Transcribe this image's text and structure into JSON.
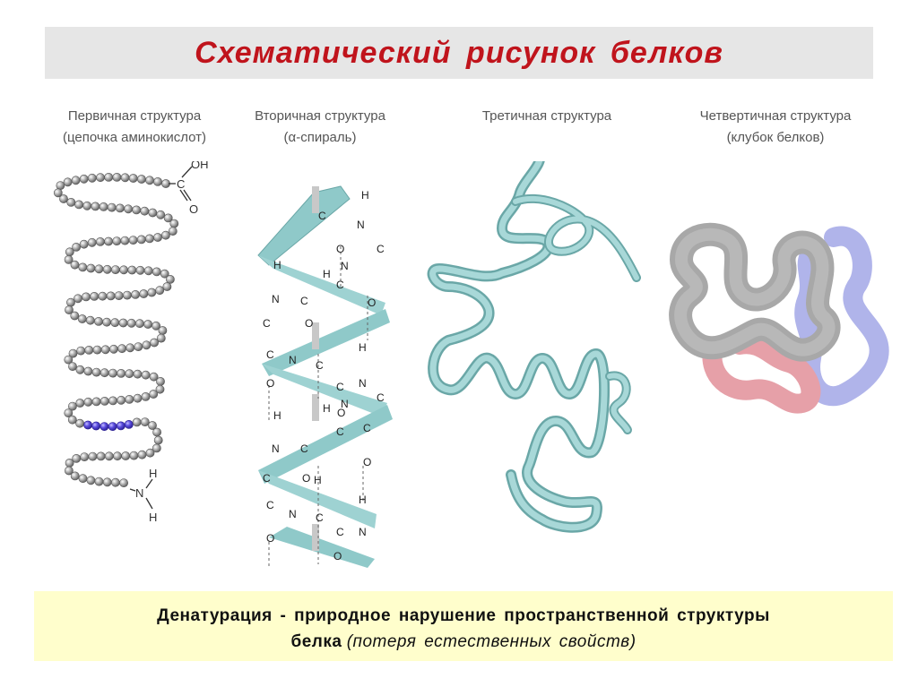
{
  "title": "Схематический рисунок белков",
  "columns": [
    {
      "line1": "Первичная структура",
      "line2": "(цепочка аминокислот)"
    },
    {
      "line1": "Вторичная структура",
      "line2": "(α-спираль)"
    },
    {
      "line1": "Третичная структура",
      "line2": ""
    },
    {
      "line1": "Четвертичная структура",
      "line2": "(клубок белков)"
    }
  ],
  "chemistry": {
    "h": "H",
    "n": "N",
    "c": "C",
    "o": "O",
    "oh": "OH"
  },
  "footer": {
    "line1": "Денатурация - природное нарушение пространственной структуры",
    "bold2": "белка",
    "italic2": "(потеря естественных свойств)"
  },
  "colors": {
    "title": "#c0141c",
    "bead": "#9a9a9a",
    "bead_highlight": "#4a3cc8",
    "ribbon": "#8fc9c9",
    "ribbon_dark": "#6aa7a7",
    "gray_protein": "#b0b0b0",
    "pink_protein": "#e6a0a8",
    "purple_protein": "#b0b4ea",
    "footer_bg": "#fffecc"
  }
}
